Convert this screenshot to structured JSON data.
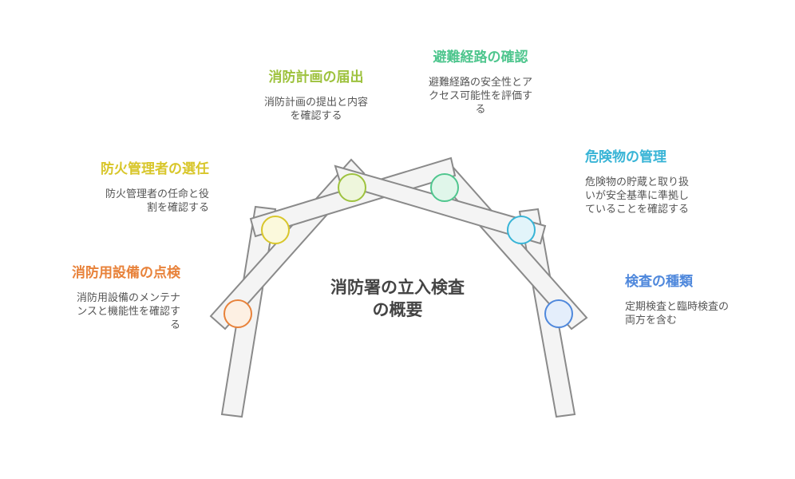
{
  "center_title": {
    "line1": "消防署の立入検査",
    "line2": "の概要"
  },
  "items": [
    {
      "id": "equipment",
      "title": "消防用設備の点検",
      "desc": [
        "消防用設備のメンテナ",
        "ンスと機能性を確認す",
        "る"
      ],
      "color": "#e8823a",
      "fill": "#fdf0e3"
    },
    {
      "id": "manager",
      "title": "防火管理者の選任",
      "desc": [
        "防火管理者の任命と役",
        "割を確認する"
      ],
      "color": "#d8c62a",
      "fill": "#fbf9dc"
    },
    {
      "id": "plan",
      "title": "消防計画の届出",
      "desc": [
        "消防計画の提出と内容",
        "を確認する"
      ],
      "color": "#9ec23e",
      "fill": "#eef6dc"
    },
    {
      "id": "evacuation",
      "title": "避難経路の確認",
      "desc": [
        "避難経路の安全性とア",
        "クセス可能性を評価す",
        "る"
      ],
      "color": "#4fc68e",
      "fill": "#e0f6ea"
    },
    {
      "id": "hazard",
      "title": "危険物の管理",
      "desc": [
        "危険物の貯蔵と取り扱",
        "いが安全基準に準拠し",
        "ていることを確認する"
      ],
      "color": "#38b4d6",
      "fill": "#e2f4fa"
    },
    {
      "id": "types",
      "title": "検査の種類",
      "desc": [
        "定期検査と臨時検査の",
        "両方を含む"
      ],
      "color": "#4f88dc",
      "fill": "#e4eefb"
    }
  ]
}
